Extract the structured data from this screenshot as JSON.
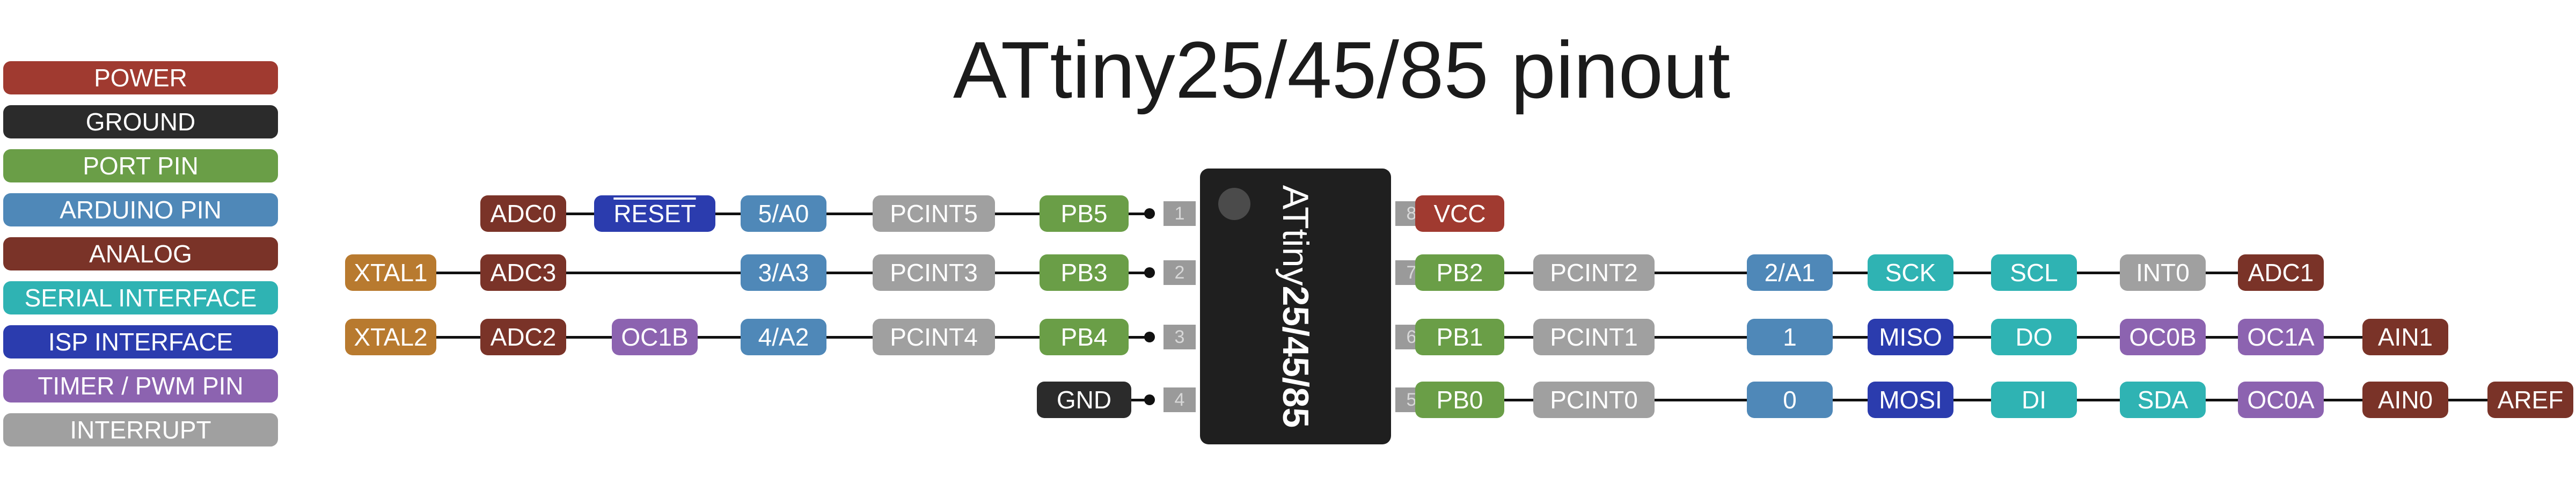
{
  "title": "ATtiny25/45/85 pinout",
  "colors": {
    "power": "#a03a30",
    "ground": "#2b2b2b",
    "port": "#6a9e47",
    "arduino": "#4f88b8",
    "analog": "#7a3328",
    "serial": "#2fb3b3",
    "isp": "#2b3cae",
    "timer": "#8c63b0",
    "interrupt": "#a0a0a0",
    "xtal": "#b87a2f"
  },
  "legend": [
    {
      "label": "POWER",
      "color": "#a03a30"
    },
    {
      "label": "GROUND",
      "color": "#2b2b2b"
    },
    {
      "label": "PORT PIN",
      "color": "#6a9e47"
    },
    {
      "label": "ARDUINO PIN",
      "color": "#4f88b8"
    },
    {
      "label": "ANALOG",
      "color": "#7a3328"
    },
    {
      "label": "SERIAL INTERFACE",
      "color": "#2fb3b3"
    },
    {
      "label": "ISP INTERFACE",
      "color": "#2b3cae"
    },
    {
      "label": "TIMER / PWM PIN",
      "color": "#8c63b0"
    },
    {
      "label": "INTERRUPT",
      "color": "#a0a0a0"
    }
  ],
  "chip": {
    "label_prefix": "ATtiny",
    "label_bold": "25/45/85"
  },
  "pins": {
    "left": [
      {
        "number": "1",
        "labels": [
          {
            "text": "ADC0",
            "color": "#7a3328",
            "name": "adc0-label"
          },
          {
            "text": "RESET",
            "color": "#2b3cae",
            "overline": true,
            "name": "reset-label"
          },
          {
            "text": "5/A0",
            "color": "#4f88b8",
            "name": "arduino-5-a0-label"
          },
          {
            "text": "PCINT5",
            "color": "#a0a0a0",
            "name": "pcint5-label"
          },
          {
            "text": "PB5",
            "color": "#6a9e47",
            "name": "pb5-label"
          }
        ]
      },
      {
        "number": "2",
        "labels": [
          {
            "text": "XTAL1",
            "color": "#b87a2f",
            "name": "xtal1-label"
          },
          {
            "text": "ADC3",
            "color": "#7a3328",
            "name": "adc3-label"
          },
          {
            "text": "3/A3",
            "color": "#4f88b8",
            "name": "arduino-3-a3-label"
          },
          {
            "text": "PCINT3",
            "color": "#a0a0a0",
            "name": "pcint3-label"
          },
          {
            "text": "PB3",
            "color": "#6a9e47",
            "name": "pb3-label"
          }
        ]
      },
      {
        "number": "3",
        "labels": [
          {
            "text": "XTAL2",
            "color": "#b87a2f",
            "name": "xtal2-label"
          },
          {
            "text": "ADC2",
            "color": "#7a3328",
            "name": "adc2-label"
          },
          {
            "text": "OC1B",
            "color": "#8c63b0",
            "name": "oc1b-label"
          },
          {
            "text": "4/A2",
            "color": "#4f88b8",
            "name": "arduino-4-a2-label"
          },
          {
            "text": "PCINT4",
            "color": "#a0a0a0",
            "name": "pcint4-label"
          },
          {
            "text": "PB4",
            "color": "#6a9e47",
            "name": "pb4-label"
          }
        ]
      },
      {
        "number": "4",
        "labels": [
          {
            "text": "GND",
            "color": "#2b2b2b",
            "name": "gnd-label"
          }
        ]
      }
    ],
    "right": [
      {
        "number": "8",
        "labels": [
          {
            "text": "VCC",
            "color": "#a03a30",
            "name": "vcc-label"
          }
        ]
      },
      {
        "number": "7",
        "labels": [
          {
            "text": "PB2",
            "color": "#6a9e47",
            "name": "pb2-label"
          },
          {
            "text": "PCINT2",
            "color": "#a0a0a0",
            "name": "pcint2-label"
          },
          {
            "text": "2/A1",
            "color": "#4f88b8",
            "name": "arduino-2-a1-label"
          },
          {
            "text": "SCK",
            "color": "#2fb3b3",
            "name": "sck-label"
          },
          {
            "text": "SCL",
            "color": "#2fb3b3",
            "name": "scl-label"
          },
          {
            "text": "INT0",
            "color": "#a0a0a0",
            "name": "int0-label"
          },
          {
            "text": "ADC1",
            "color": "#7a3328",
            "name": "adc1-label"
          }
        ]
      },
      {
        "number": "6",
        "labels": [
          {
            "text": "PB1",
            "color": "#6a9e47",
            "name": "pb1-label"
          },
          {
            "text": "PCINT1",
            "color": "#a0a0a0",
            "name": "pcint1-label"
          },
          {
            "text": "1",
            "color": "#4f88b8",
            "name": "arduino-1-label"
          },
          {
            "text": "MISO",
            "color": "#2b3cae",
            "name": "miso-label"
          },
          {
            "text": "DO",
            "color": "#2fb3b3",
            "name": "do-label"
          },
          {
            "text": "OC0B",
            "color": "#8c63b0",
            "name": "oc0b-label"
          },
          {
            "text": "OC1A",
            "color": "#8c63b0",
            "name": "oc1a-label"
          },
          {
            "text": "AIN1",
            "color": "#7a3328",
            "name": "ain1-label"
          }
        ]
      },
      {
        "number": "5",
        "labels": [
          {
            "text": "PB0",
            "color": "#6a9e47",
            "name": "pb0-label"
          },
          {
            "text": "PCINT0",
            "color": "#a0a0a0",
            "name": "pcint0-label"
          },
          {
            "text": "0",
            "color": "#4f88b8",
            "name": "arduino-0-label"
          },
          {
            "text": "MOSI",
            "color": "#2b3cae",
            "name": "mosi-label"
          },
          {
            "text": "DI",
            "color": "#2fb3b3",
            "name": "di-label"
          },
          {
            "text": "SDA",
            "color": "#2fb3b3",
            "name": "sda-label"
          },
          {
            "text": "OC0A",
            "color": "#8c63b0",
            "name": "oc0a-label"
          },
          {
            "text": "AIN0",
            "color": "#7a3328",
            "name": "ain0-label"
          },
          {
            "text": "AREF",
            "color": "#7a3328",
            "name": "aref-label"
          }
        ]
      }
    ]
  }
}
